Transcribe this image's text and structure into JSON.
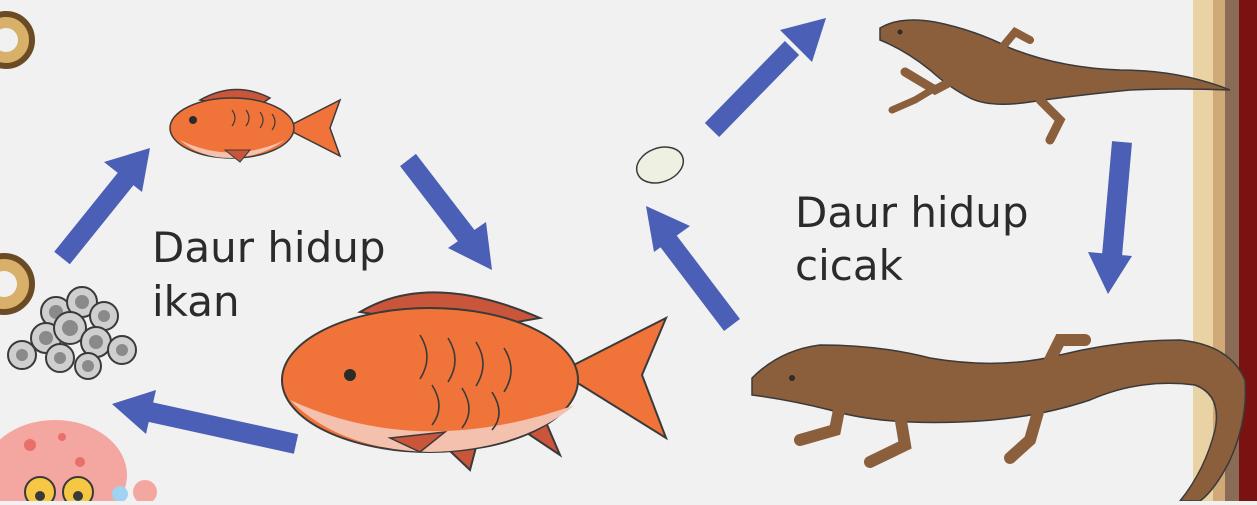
{
  "diagram": {
    "fish_cycle": {
      "label_line1": "Daur hidup",
      "label_line2": "ikan",
      "stages": [
        "fish-eggs",
        "young-fish",
        "adult-fish"
      ]
    },
    "gecko_cycle": {
      "label_line1": "Daur hidup",
      "label_line2": "cicak",
      "stages": [
        "gecko-egg",
        "young-gecko",
        "adult-gecko"
      ]
    }
  },
  "colors": {
    "background": "#f1f1f1",
    "arrow": "#4a5fb5",
    "fish_orange": "#f0743a",
    "fish_fin": "#c9553a",
    "fish_belly": "#f3c1ad",
    "gecko_brown": "#8b5e3c",
    "border_dark_red": "#7a1212",
    "border_tan": "#d9b98a"
  }
}
